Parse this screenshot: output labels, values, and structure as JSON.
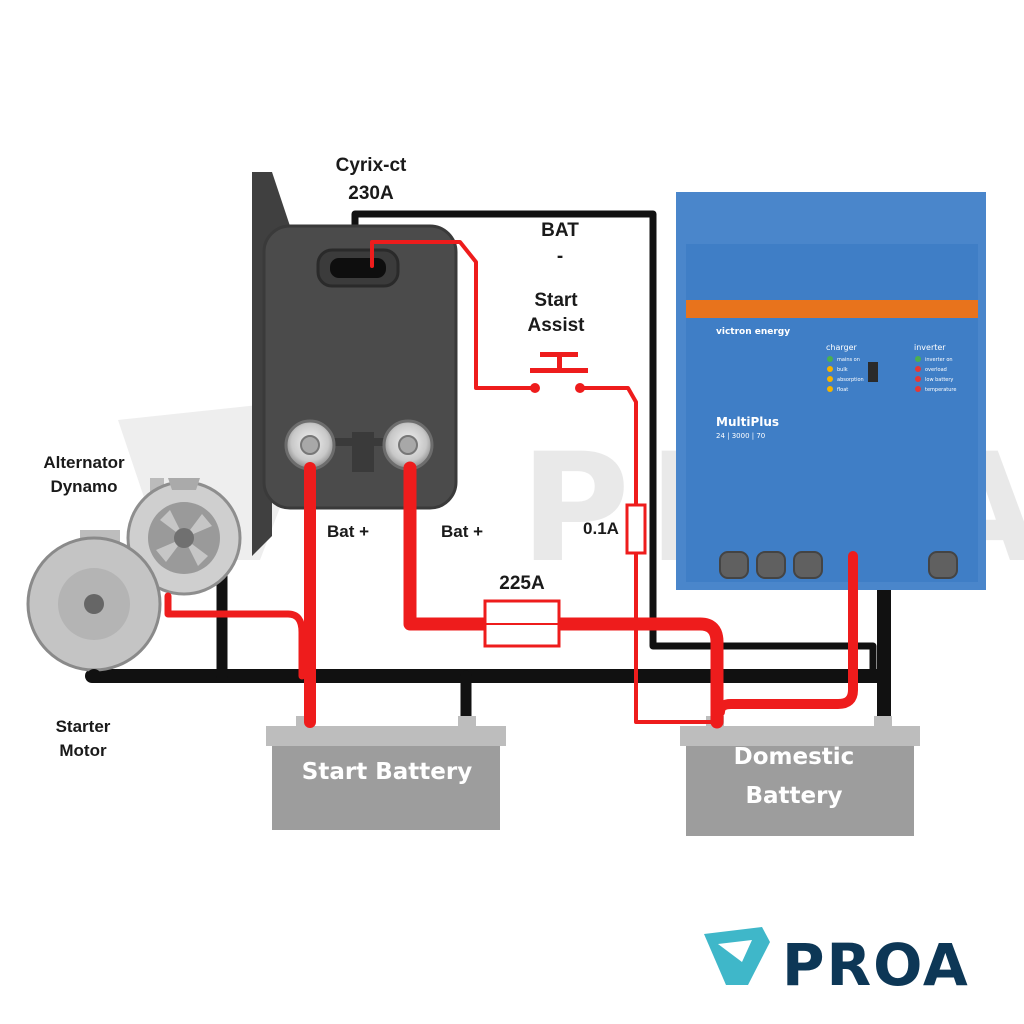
{
  "labels": {
    "cyrix_line1": "Cyrix-ct",
    "cyrix_line2": "230A",
    "bat_minus_line1": "BAT",
    "bat_minus_line2": "-",
    "start_assist_line1": "Start",
    "start_assist_line2": "Assist",
    "alternator_line1": "Alternator",
    "alternator_line2": "Dynamo",
    "starter_line1": "Starter",
    "starter_line2": "Motor",
    "bat_plus_left": "Bat +",
    "bat_plus_right": "Bat +",
    "fuse_small": "0.1A",
    "fuse_main": "225A",
    "start_battery": "Start Battery",
    "domestic_line1": "Domestic",
    "domestic_line2": "Battery"
  },
  "inverter": {
    "brand": "victron energy",
    "model": "MultiPlus",
    "model_sub": "24 | 3000 | 70",
    "charger_title": "charger",
    "inverter_title": "inverter",
    "charger_items": [
      "mains on",
      "bulk",
      "absorption",
      "float"
    ],
    "inverter_items": [
      "inverter on",
      "overload",
      "low battery",
      "temperature"
    ]
  },
  "watermark": "PROA",
  "logo": "PROA",
  "colors": {
    "wire_positive": "#ee1c1c",
    "wire_negative": "#111111",
    "battery_body": "#9d9d9d",
    "inverter_blue": "#3f7ec6",
    "inverter_orange": "#e8731c",
    "logo_teal": "#3fb7c9",
    "logo_navy": "#0d3756"
  }
}
